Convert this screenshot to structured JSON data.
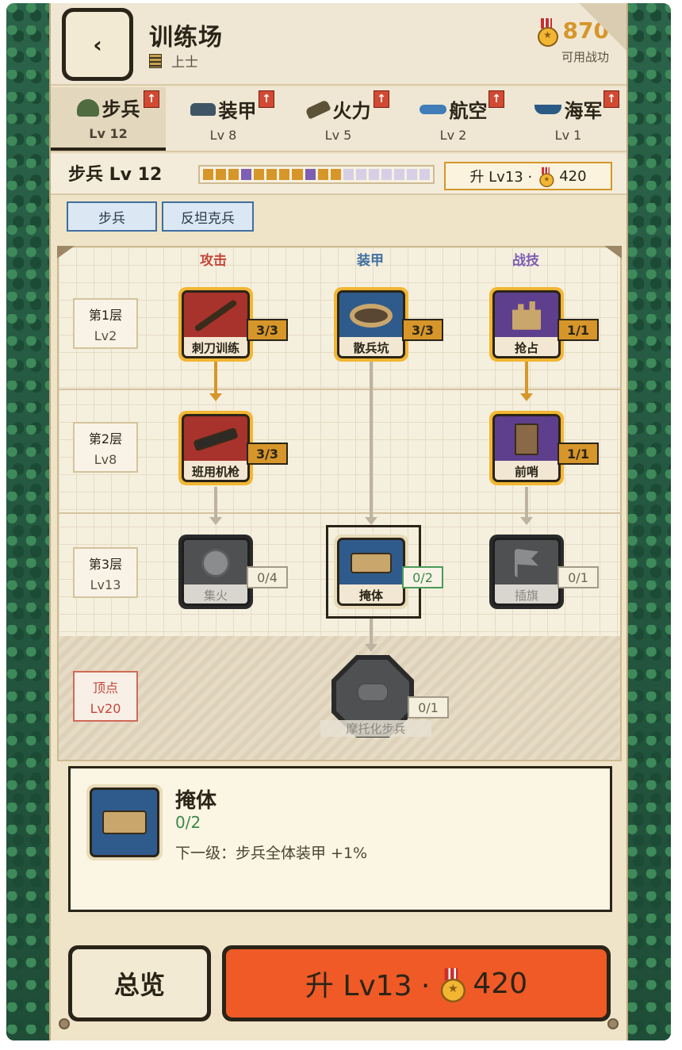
{
  "header": {
    "back_label": "‹",
    "title": "训练场",
    "rank": "上士",
    "currency_amount": "870",
    "currency_label": "可用战功"
  },
  "tabs": [
    {
      "name": "步兵",
      "level": "Lv 12",
      "icon": "helmet-icon",
      "active": true
    },
    {
      "name": "装甲",
      "level": "Lv 8",
      "icon": "tank-icon"
    },
    {
      "name": "火力",
      "level": "Lv 5",
      "icon": "cannon-icon"
    },
    {
      "name": "航空",
      "level": "Lv 2",
      "icon": "plane-icon"
    },
    {
      "name": "海军",
      "level": "Lv 1",
      "icon": "ship-icon"
    }
  ],
  "tab_badge": "↑",
  "level_bar": {
    "title": "步兵 Lv 12",
    "upgrade_label": "升 Lv13 ·",
    "upgrade_cost": "420",
    "segments": [
      "gold",
      "gold",
      "gold",
      "purple",
      "gold",
      "gold",
      "gold",
      "gold",
      "purple",
      "gold",
      "gold",
      "empty",
      "empty",
      "empty",
      "empty",
      "empty",
      "empty",
      "empty"
    ]
  },
  "unit_chips": [
    "步兵",
    "反坦克兵"
  ],
  "tree": {
    "columns": {
      "attack": "攻击",
      "armor": "装甲",
      "tactics": "战技"
    },
    "column_colors": {
      "attack": "#c5473a",
      "armor": "#3f6fa0",
      "tactics": "#7d5fb3"
    },
    "tiers": [
      {
        "name": "第1层",
        "level": "Lv2"
      },
      {
        "name": "第2层",
        "level": "Lv8"
      },
      {
        "name": "第3层",
        "level": "Lv13"
      }
    ],
    "apex": {
      "name": "顶点",
      "level": "Lv20"
    },
    "nodes": {
      "bayonet": {
        "name": "刺刀训练",
        "count": "3/3"
      },
      "foxhole": {
        "name": "散兵坑",
        "count": "3/3"
      },
      "capture": {
        "name": "抢占",
        "count": "1/1"
      },
      "squad_mg": {
        "name": "班用机枪",
        "count": "3/3"
      },
      "outpost": {
        "name": "前哨",
        "count": "1/1"
      },
      "focus_fire": {
        "name": "集火",
        "count": "0/4"
      },
      "cover": {
        "name": "掩体",
        "count": "0/2"
      },
      "plant_flag": {
        "name": "插旗",
        "count": "0/1"
      },
      "motorized": {
        "name": "摩托化步兵",
        "count": "0/1"
      }
    }
  },
  "detail": {
    "title": "掩体",
    "progress": "0/2",
    "description": "下一级：步兵全体装甲 +1%"
  },
  "bottom": {
    "overview_label": "总览",
    "upgrade_label": "升 Lv13 ·",
    "upgrade_cost": "420"
  }
}
